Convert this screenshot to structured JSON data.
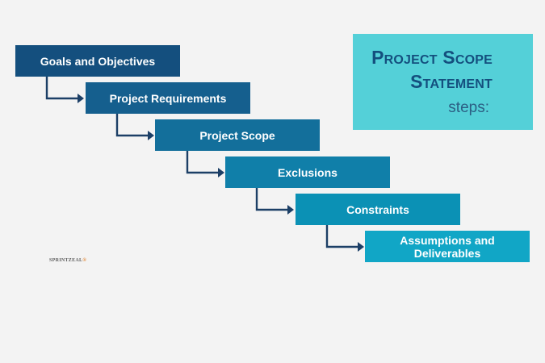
{
  "title_box": {
    "line1": "Project Scope",
    "line2": "Statement",
    "subtitle": "steps:"
  },
  "steps": [
    {
      "label": "Goals and Objectives"
    },
    {
      "label": "Project Requirements"
    },
    {
      "label": "Project Scope"
    },
    {
      "label": "Exclusions"
    },
    {
      "label": "Constraints"
    },
    {
      "label": "Assumptions and Deliverables"
    }
  ],
  "logo": {
    "text": "SPRINTZEAL",
    "accent": "®"
  },
  "colors": {
    "title_bg": "#54d0d8",
    "title_text": "#144f7e",
    "step_colors": [
      "#144f7e",
      "#155f8e",
      "#136f9b",
      "#107fa9",
      "#0b91b5",
      "#11a6c6"
    ],
    "arrow": "#1c3f66"
  }
}
